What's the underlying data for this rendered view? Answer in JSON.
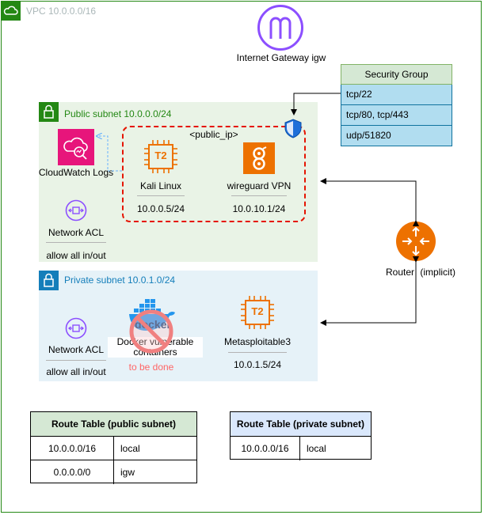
{
  "vpc": {
    "label": "VPC 10.0.0.0/16"
  },
  "internet_gateway": {
    "label": "Internet Gateway igw"
  },
  "security_group": {
    "title": "Security Group",
    "rules": [
      "tcp/22",
      "tcp/80, tcp/443",
      "udp/51820"
    ]
  },
  "public_subnet": {
    "label": "Public subnet 10.0.0.0/24",
    "public_ip_label": "<public_ip>",
    "cloudwatch": "CloudWatch Logs",
    "kali": {
      "name": "Kali Linux",
      "ip": "10.0.0.5/24",
      "chip": "T2"
    },
    "wireguard": {
      "name": "wireguard VPN",
      "ip": "10.0.10.1/24"
    },
    "nacl": {
      "name": "Network ACL",
      "rule": "allow all in/out"
    }
  },
  "private_subnet": {
    "label": "Private subnet 10.0.1.0/24",
    "nacl": {
      "name": "Network ACL",
      "rule": "allow all in/out"
    },
    "docker": {
      "name_line1": "Docker vulnerable",
      "name_line2": "containers",
      "status": "to be done",
      "brand": "docker"
    },
    "metasploitable": {
      "name": "Metasploitable3",
      "ip": "10.0.1.5/24",
      "chip": "T2"
    }
  },
  "router": {
    "label": "Router",
    "note": "(implicit)"
  },
  "route_table_public": {
    "title": "Route Table (public subnet)",
    "rows": [
      {
        "destination": "10.0.0.0/16",
        "target": "local"
      },
      {
        "destination": "0.0.0.0/0",
        "target": "igw"
      }
    ]
  },
  "route_table_private": {
    "title": "Route Table (private subnet)",
    "rows": [
      {
        "destination": "10.0.0.0/16",
        "target": "local"
      }
    ]
  },
  "colors": {
    "vpc_green": "#248814",
    "private_blue": "#147EBA",
    "compute_orange": "#ED7100",
    "igw_purple": "#8C4FFF",
    "cloudwatch_pink": "#E7157B",
    "dashed_red": "#E51400"
  }
}
